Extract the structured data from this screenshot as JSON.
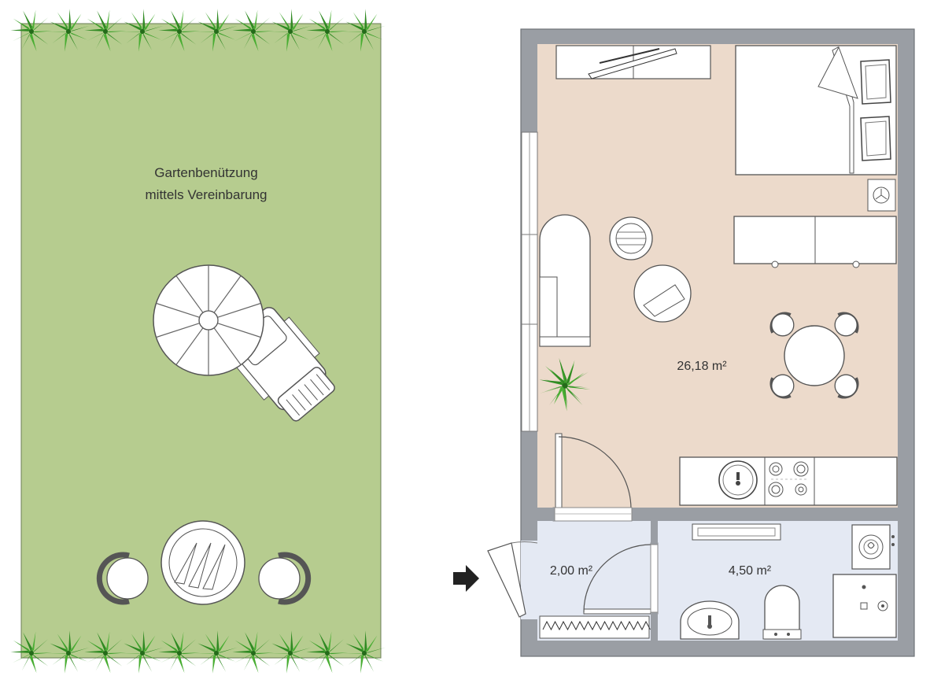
{
  "garden": {
    "label_line1": "Gartenbenützung",
    "label_line2": "mittels Vereinbarung"
  },
  "rooms": {
    "living_area": "26,18 m²",
    "hall_area": "2,00 m²",
    "bath_area": "4,50 m²"
  },
  "icons": {
    "entrance": "arrow-right-icon",
    "plant": "palm-plant-icon",
    "hedge": "hedge-plant-icon"
  },
  "colors": {
    "lawn": "#b6cc8f",
    "living_floor": "#ecdacb",
    "wet_floor": "#e4e9f3",
    "wall": "#9a9ea4",
    "foliage": "#2f8a22"
  }
}
